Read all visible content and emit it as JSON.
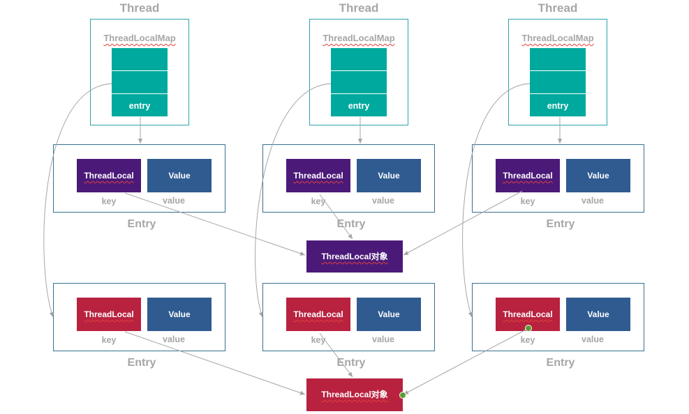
{
  "threads": [
    {
      "title": "Thread",
      "map_label": "ThreadLocalMap",
      "entry_cell": "entry"
    },
    {
      "title": "Thread",
      "map_label": "ThreadLocalMap",
      "entry_cell": "entry"
    },
    {
      "title": "Thread",
      "map_label": "ThreadLocalMap",
      "entry_cell": "entry"
    }
  ],
  "entries_top": [
    {
      "key_box": "ThreadLocal",
      "value_box": "Value",
      "key_label": "key",
      "value_label": "value",
      "caption": "Entry"
    },
    {
      "key_box": "ThreadLocal",
      "value_box": "Value",
      "key_label": "key",
      "value_label": "value",
      "caption": "Entry"
    },
    {
      "key_box": "ThreadLocal",
      "value_box": "Value",
      "key_label": "key",
      "value_label": "value",
      "caption": "Entry"
    }
  ],
  "entries_bottom": [
    {
      "key_box": "ThreadLocal",
      "value_box": "Value",
      "key_label": "key",
      "value_label": "value",
      "caption": "Entry"
    },
    {
      "key_box": "ThreadLocal",
      "value_box": "Value",
      "key_label": "key",
      "value_label": "value",
      "caption": "Entry"
    },
    {
      "key_box": "ThreadLocal",
      "value_box": "Value",
      "key_label": "key",
      "value_label": "value",
      "caption": "Entry"
    }
  ],
  "objects": {
    "top": "ThreadLocal对象",
    "bottom": "ThreadLocal对象"
  },
  "colors": {
    "cell_teal": "#00a99d",
    "map_border": "#2aa3a8",
    "entry_border": "#35708f",
    "threadlocal_purple": "#4b1a78",
    "threadlocal_red": "#b8223f",
    "value_blue": "#2f5b90",
    "label_gray": "#a6a6a6",
    "line_gray": "#a6a6a6",
    "underline_red": "#e2403b",
    "handle_green": "#5a9e2f"
  }
}
